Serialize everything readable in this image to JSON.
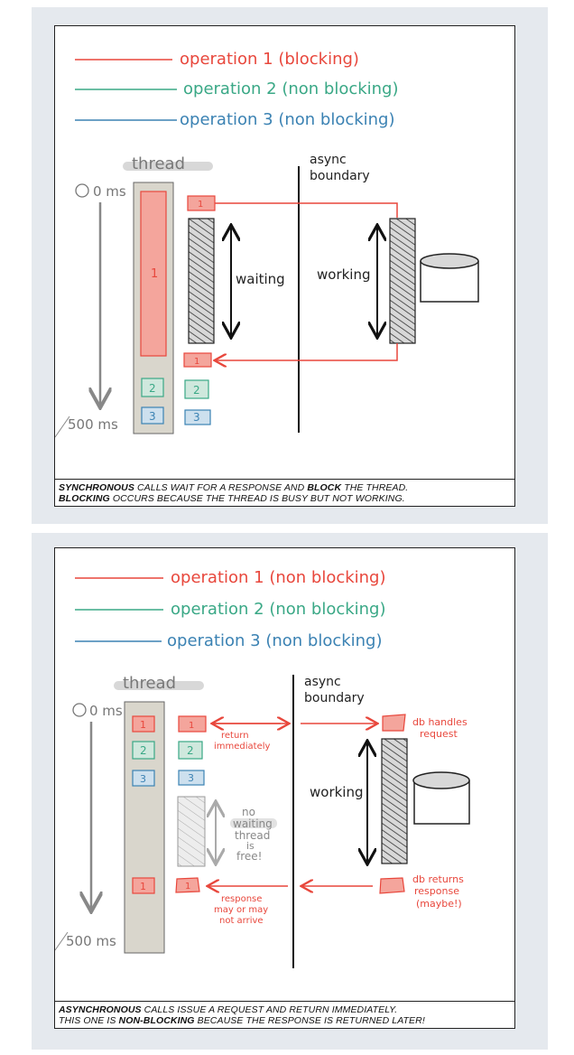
{
  "sync": {
    "legend": [
      {
        "label": "operation 1 (blocking)",
        "color": "#e8473c"
      },
      {
        "label": "operation 2 (non blocking)",
        "color": "#3aa886"
      },
      {
        "label": "operation 3 (non blocking)",
        "color": "#3b82b3"
      }
    ],
    "thread_label": "thread",
    "async_label_1": "async",
    "async_label_2": "boundary",
    "time_start": "0 ms",
    "time_end": "500 ms",
    "bar_label_1": "1",
    "bar_label_2": "2",
    "bar_label_3": "3",
    "waiting_label": "waiting",
    "working_label": "working",
    "caption": {
      "line1_bold_a": "SYNCHRONOUS",
      "line1_mid": " CALLS WAIT FOR A RESPONSE AND ",
      "line1_bold_b": "BLOCK",
      "line1_end": " THE THREAD.",
      "line2_bold": "BLOCKING",
      "line2_end": " OCCURS BECAUSE THE THREAD IS BUSY BUT NOT WORKING."
    }
  },
  "async": {
    "legend": [
      {
        "label": "operation 1 (non blocking)",
        "color": "#e8473c"
      },
      {
        "label": "operation 2 (non blocking)",
        "color": "#3aa886"
      },
      {
        "label": "operation 3 (non blocking)",
        "color": "#3b82b3"
      }
    ],
    "thread_label": "thread",
    "async_label_1": "async",
    "async_label_2": "boundary",
    "time_start": "0 ms",
    "time_end": "500 ms",
    "bar_label_1": "1",
    "bar_label_2": "2",
    "bar_label_3": "3",
    "return_label_1": "return",
    "return_label_2": "immediately",
    "no_waiting_1": "no",
    "no_waiting_2": "waiting",
    "no_waiting_3": "thread",
    "no_waiting_4": "is",
    "no_waiting_5": "free!",
    "working_label": "working",
    "db_handles_1": "db handles",
    "db_handles_2": "request",
    "db_returns_1": "db returns",
    "db_returns_2": "response",
    "db_returns_3": "(maybe!)",
    "response_1": "response",
    "response_2": "may or may",
    "response_3": "not arrive",
    "caption": {
      "line1_bold": "ASYNCHRONOUS",
      "line1_end": " CALLS ISSUE A REQUEST AND RETURN IMMEDIATELY.",
      "line2_start": "THIS ONE IS ",
      "line2_bold": "NON-BLOCKING",
      "line2_end": " BECAUSE THE RESPONSE IS RETURNED LATER!"
    }
  },
  "colors": {
    "red": "#e8473c",
    "red_fill": "#f4a59c",
    "green": "#3aa886",
    "blue": "#3b82b3",
    "thread_fill": "#d9d6cc",
    "gray_text": "#888888"
  }
}
